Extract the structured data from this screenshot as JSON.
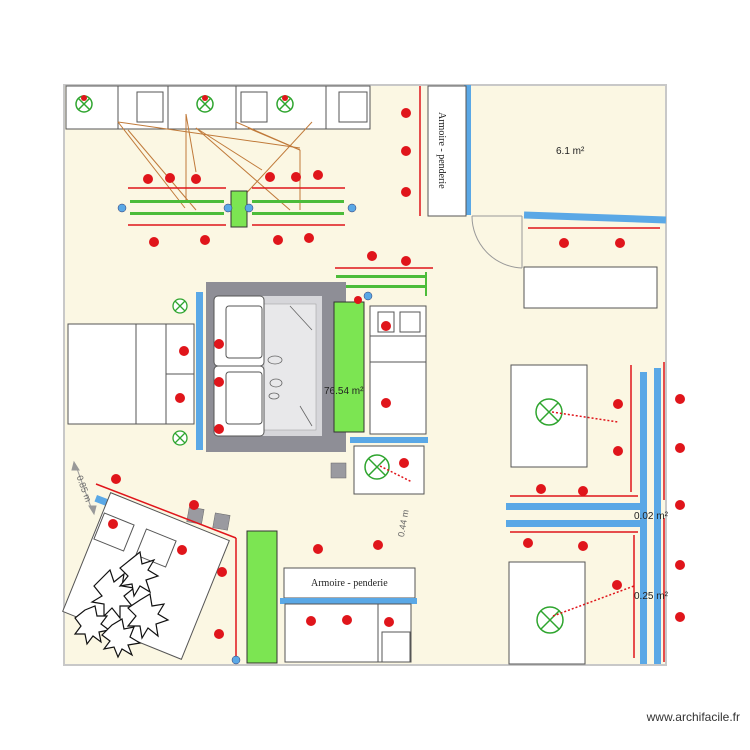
{
  "plan": {
    "areas": {
      "main_room": "76.54 m²",
      "top_right_room": "6.1 m²",
      "corridor_a": "0.02 m²",
      "corridor_b": "0.25 m²"
    },
    "furniture": {
      "wardrobe_top": "Armoire - penderie",
      "wardrobe_bottom": "Armoire - penderie"
    },
    "dimensions": {
      "diag_wall": "0.85 m",
      "short_wall": "0.44 m"
    },
    "colors": {
      "floor": "#fbf7e3",
      "wall_outline": "#c8c8c8",
      "blue_wall": "#5aa8e6",
      "red_marker": "#e0151b",
      "red_line": "#e0151b",
      "green_furniture": "#7ce552",
      "gray_frame": "#8e8e96",
      "wire": "#c07a3a"
    }
  },
  "footer": {
    "watermark": "www.archifacile.fr"
  }
}
